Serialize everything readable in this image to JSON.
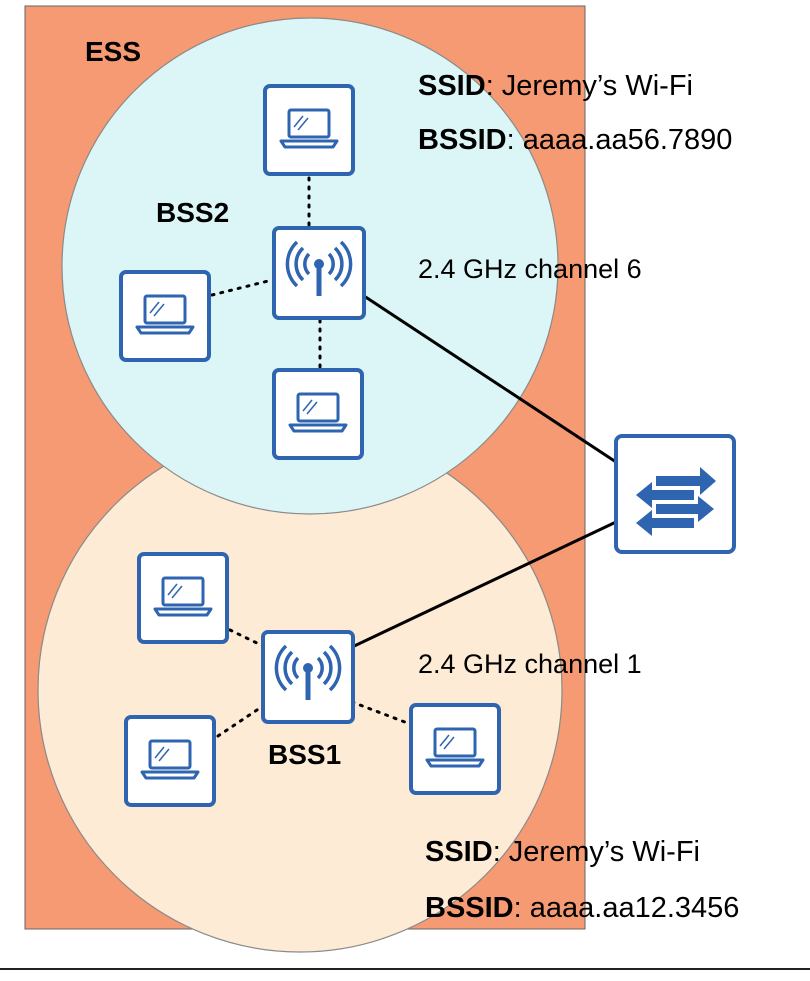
{
  "ess": {
    "label": "ESS"
  },
  "bss2": {
    "label": "BSS2",
    "ssid_key": "SSID",
    "ssid_value": ": Jeremy’s Wi-Fi",
    "bssid_key": "BSSID",
    "bssid_value": ": aaaa.aa56.7890",
    "channel": "2.4 GHz channel 6"
  },
  "bss1": {
    "label": "BSS1",
    "ssid_key": "SSID",
    "ssid_value": ": Jeremy’s Wi-Fi",
    "bssid_key": "BSSID",
    "bssid_value": ": aaaa.aa12.3456",
    "channel": "2.4 GHz channel 1"
  },
  "colors": {
    "ess_fill": "#f59a72",
    "bss2_fill": "#dcf6f7",
    "bss1_fill": "#fdebd5",
    "icon_blue": "#2f64b0"
  },
  "icons": [
    "laptop-icon",
    "access-point-icon",
    "switch-icon"
  ]
}
